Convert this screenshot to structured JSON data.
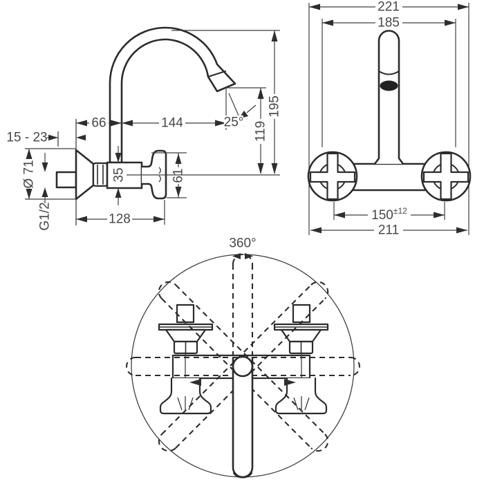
{
  "side": {
    "wall_depth": "15 - 23",
    "reach_to_spout": "66",
    "reach_spout_to_outlet": "144",
    "outlet_angle": "25°",
    "height_above_axis": "195",
    "outlet_height": "119",
    "escutcheon_diameter": "Ø 71",
    "connection_thread": "G1/2",
    "body_height": "35",
    "handle_height": "61",
    "overall_depth": "128"
  },
  "front": {
    "overall_width": "221",
    "inner_width": "185",
    "hole_distance": "150",
    "hole_distance_tolerance": "±12",
    "escutcheon_width": "211"
  },
  "top": {
    "swivel_angle": "360°"
  }
}
